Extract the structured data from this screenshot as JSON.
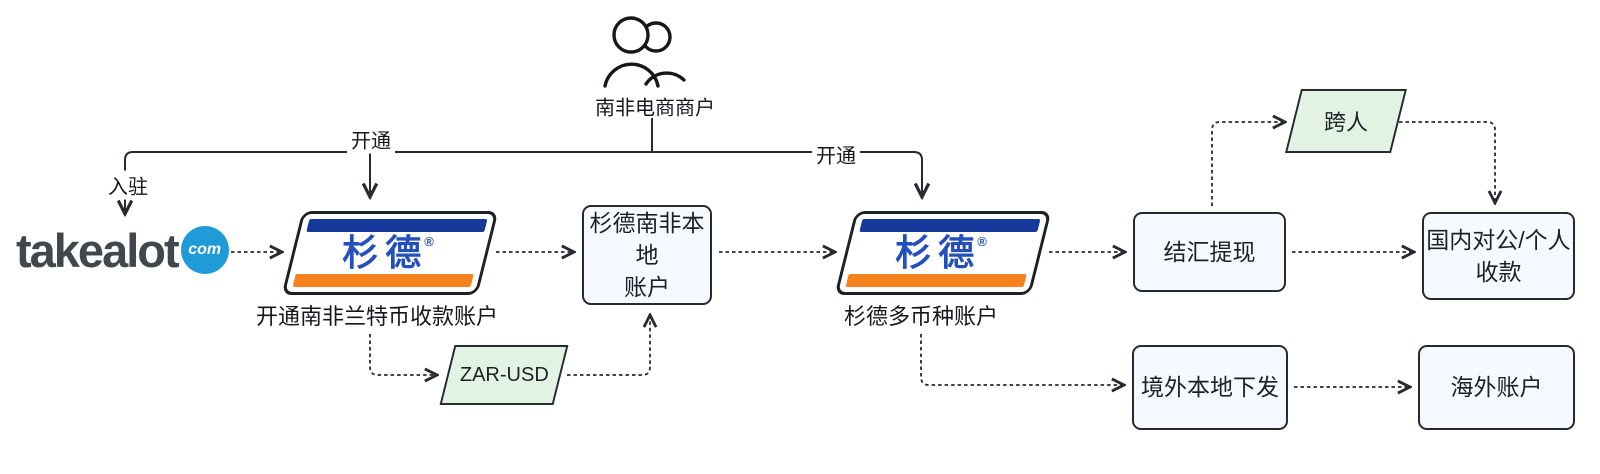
{
  "nodes": {
    "merchant": {
      "label": "南非电商商户"
    },
    "takealot": {
      "name": "takealot",
      "tld": "com"
    },
    "sand_logo": {
      "text": "杉德",
      "reg": "®"
    },
    "sand1_caption": "开通南非兰特币收款账户",
    "sand2_caption": "杉德多币种账户",
    "local_account": {
      "line1": "杉德南非本地",
      "line2": "账户"
    },
    "zar_usd": {
      "label": "ZAR-USD"
    },
    "cross": {
      "label": "跨人"
    },
    "settle": {
      "label": "结汇提现"
    },
    "domestic": {
      "line1": "国内对公/个人",
      "line2": "收款"
    },
    "overseas_payout": {
      "label": "境外本地下发"
    },
    "overseas_account": {
      "label": "海外账户"
    }
  },
  "edges": {
    "join_label": "入驻",
    "open_label_1": "开通",
    "open_label_2": "开通"
  },
  "colors": {
    "line": "#262b30",
    "box_fill": "#f6f9ff",
    "green_fill": "#e2f3e4",
    "sand_navy": "#16399b",
    "sand_orange": "#f5821f",
    "sand_text": "#2350bc",
    "takealot_gray": "#41484d",
    "takealot_blue": "#1f9bd8"
  }
}
